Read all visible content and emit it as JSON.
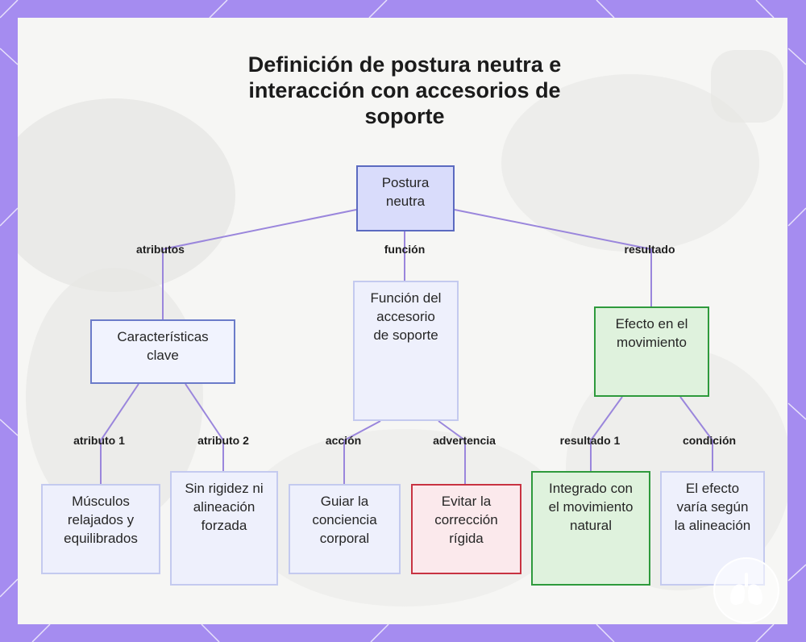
{
  "title": "Definición de postura neutra e interacción con accesorios de soporte",
  "nodes": {
    "root": "Postura neutra",
    "caracteristicas": "Características clave",
    "funcion": "Función del accesorio de soporte",
    "efecto": "Efecto en el movimiento",
    "musculos": "Músculos relajados y equilibrados",
    "rigidez": "Sin rigidez ni alineación forzada",
    "guiar": "Guiar la conciencia corporal",
    "evitar": "Evitar la corrección rígida",
    "integrado": "Integrado con el movimiento natural",
    "variable": "El efecto varía según la alineación"
  },
  "edges": {
    "atributos": "atributos",
    "funcion": "función",
    "resultado": "resultado",
    "atributo1": "atributo 1",
    "atributo2": "atributo 2",
    "accion": "acción",
    "advertencia": "advertencia",
    "resultado1": "resultado 1",
    "condicion": "condición"
  },
  "colors": {
    "frame": "#a58cf0",
    "line": "#9a86dc",
    "root_fill": "#d9dcfb",
    "green_border": "#2e9a3c",
    "red_border": "#c83342"
  }
}
